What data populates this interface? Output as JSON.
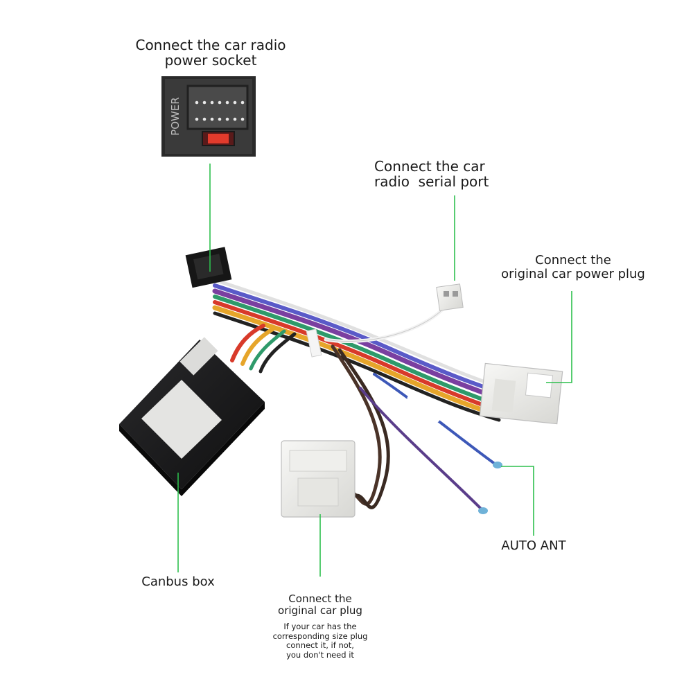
{
  "colors": {
    "leader": "#2dbf4d",
    "box": "#1d1d1f",
    "plug": "#ececea"
  },
  "labels": {
    "power_socket": [
      "Connect the car radio",
      "power socket"
    ],
    "serial_port": [
      "Connect the car",
      "radio  serial port"
    ],
    "original_power_plug": [
      "Connect the",
      "original car power plug"
    ],
    "auto_ant": "AUTO ANT",
    "canbus_box": "Canbus box",
    "original_car_plug": [
      "Connect the",
      "original car plug"
    ],
    "original_car_plug_note": [
      "If your car has the",
      "corresponding size plug",
      "connect it, if not,",
      "you don't need it"
    ]
  },
  "photo": {
    "power_socket_marking": "POWER"
  }
}
